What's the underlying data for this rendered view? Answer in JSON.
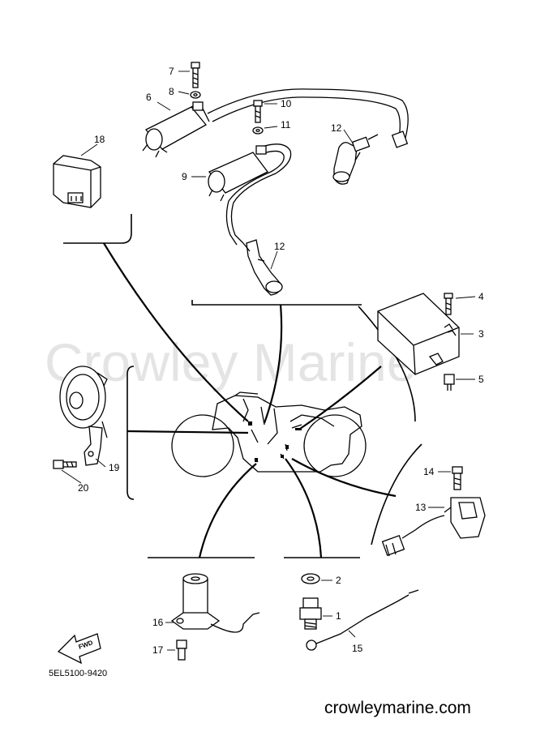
{
  "watermark": "Crowley Marine",
  "site_label": "crowleymarine.com",
  "doc_code": "5EL5100-9420",
  "fwd_label": "FWD",
  "callouts": {
    "c1": "1",
    "c2": "2",
    "c3": "3",
    "c4": "4",
    "c5": "5",
    "c6": "6",
    "c7": "7",
    "c8": "8",
    "c9": "9",
    "c10": "10",
    "c11": "11",
    "c12a": "12",
    "c12b": "12",
    "c13": "13",
    "c14": "14",
    "c15": "15",
    "c16": "16",
    "c17": "17",
    "c18": "18",
    "c19": "19",
    "c20": "20"
  },
  "parts": [
    "ignition-coil-6",
    "bolt-7",
    "washer-8",
    "ignition-coil-9",
    "bolt-10",
    "washer-11",
    "spark-plug-cap-12",
    "spark-plug-cap-12",
    "relay-18",
    "ignition-unit-3",
    "screw-4",
    "nut-5",
    "horn",
    "bracket-19",
    "bolt-20",
    "sensor-13",
    "bolt-14",
    "switch-16",
    "bolt-17",
    "switch-1",
    "washer-2",
    "lead-15"
  ]
}
